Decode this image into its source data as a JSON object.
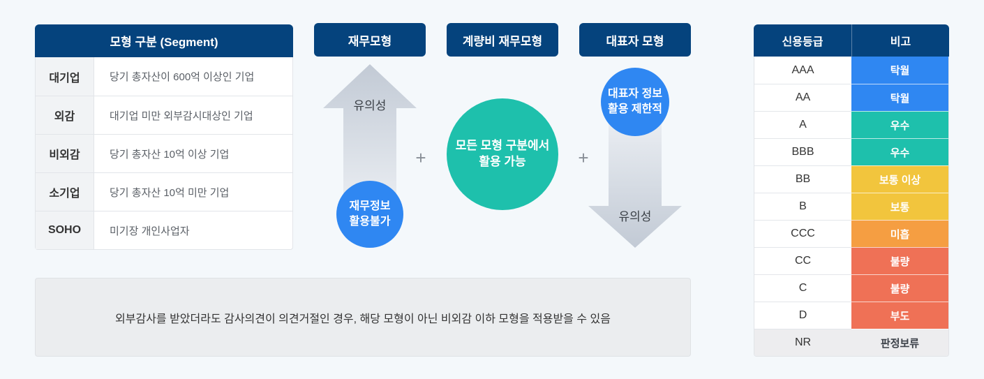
{
  "colors": {
    "page_bg": "#f4f8fb",
    "navy": "#05437d",
    "blue": "#2f87f2",
    "teal": "#1ec0ac",
    "yellow": "#f2c53d",
    "orange": "#f59e42",
    "red": "#ef7156",
    "gray_row": "#ededef",
    "arrow_gray": "#c2cad5"
  },
  "segment_table": {
    "title": "모형 구분 (Segment)",
    "rows": [
      {
        "label": "대기업",
        "desc": "당기 총자산이 600억 이상인 기업"
      },
      {
        "label": "외감",
        "desc": "대기업 미만 외부감시대상인 기업"
      },
      {
        "label": "비외감",
        "desc": "당기 총자산 10억 이상 기업"
      },
      {
        "label": "소기업",
        "desc": "당기 총자산 10억 미만 기업"
      },
      {
        "label": "SOHO",
        "desc": "미기장 개인사업자"
      }
    ]
  },
  "models": {
    "plus": "+",
    "financial": {
      "title": "재무모형",
      "arrow_label": "유의성",
      "badge_lines": [
        "재무정보",
        "활용불가"
      ]
    },
    "non_financial": {
      "title": "계량비 재무모형",
      "badge_lines": [
        "모든 모형 구분에서",
        "활용 가능"
      ]
    },
    "representative": {
      "title": "대표자 모형",
      "arrow_label": "유의성",
      "badge_lines": [
        "대표자 정보",
        "활용 제한적"
      ]
    }
  },
  "rating_table": {
    "headers": [
      "신용등급",
      "비고"
    ],
    "rows": [
      {
        "grade": "AAA",
        "remark": "탁월",
        "bg": "#2f87f2",
        "fg": "#ffffff",
        "grade_bg": "#ffffff"
      },
      {
        "grade": "AA",
        "remark": "탁월",
        "bg": "#2f87f2",
        "fg": "#ffffff",
        "grade_bg": "#ffffff"
      },
      {
        "grade": "A",
        "remark": "우수",
        "bg": "#1ec0ac",
        "fg": "#ffffff",
        "grade_bg": "#ffffff"
      },
      {
        "grade": "BBB",
        "remark": "우수",
        "bg": "#1ec0ac",
        "fg": "#ffffff",
        "grade_bg": "#ffffff"
      },
      {
        "grade": "BB",
        "remark": "보통 이상",
        "bg": "#f2c53d",
        "fg": "#ffffff",
        "grade_bg": "#ffffff"
      },
      {
        "grade": "B",
        "remark": "보통",
        "bg": "#f2c53d",
        "fg": "#ffffff",
        "grade_bg": "#ffffff"
      },
      {
        "grade": "CCC",
        "remark": "미흡",
        "bg": "#f59e42",
        "fg": "#ffffff",
        "grade_bg": "#ffffff"
      },
      {
        "grade": "CC",
        "remark": "불량",
        "bg": "#ef7156",
        "fg": "#ffffff",
        "grade_bg": "#ffffff"
      },
      {
        "grade": "C",
        "remark": "불량",
        "bg": "#ef7156",
        "fg": "#ffffff",
        "grade_bg": "#ffffff"
      },
      {
        "grade": "D",
        "remark": "부도",
        "bg": "#ef7156",
        "fg": "#ffffff",
        "grade_bg": "#ffffff"
      },
      {
        "grade": "NR",
        "remark": "판정보류",
        "bg": "#ededef",
        "fg": "#3c4149",
        "grade_bg": "#ededef"
      }
    ]
  },
  "note": {
    "text": "외부감사를 받았더라도 감사의견이 의견거절인 경우, 해당 모형이 아닌 비외감 이하 모형을 적용받을 수 있음"
  }
}
